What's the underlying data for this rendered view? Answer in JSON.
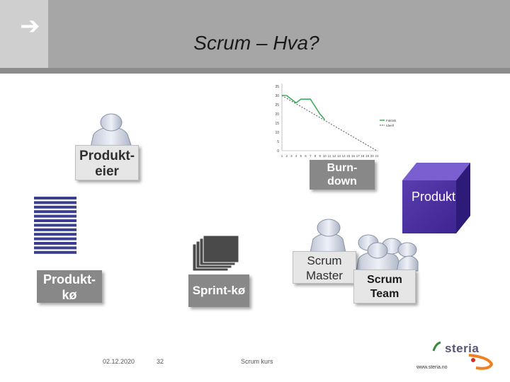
{
  "header": {
    "arrow_glyph": "➔",
    "title": "Scrum – Hva?"
  },
  "labels": {
    "produkteier": "Produkt-\neier",
    "produktko": "Produkt-\nkø",
    "sprintko": "Sprint-kø",
    "burndown": "Burn-\ndown",
    "scrum_master": "Scrum\nMaster",
    "scrum_team": "Scrum\nTeam",
    "produkt": "Produkt"
  },
  "burndown_chart": {
    "y_ticks": [
      "35",
      "30",
      "25",
      "20",
      "15",
      "10",
      "5",
      "0"
    ],
    "x_ticks": [
      "1",
      "2",
      "3",
      "4",
      "5",
      "6",
      "7",
      "8",
      "9",
      "10",
      "11",
      "12",
      "13",
      "14",
      "15",
      "16",
      "17",
      "18",
      "19",
      "20",
      "21"
    ],
    "legend": [
      "Faktisk",
      "Ideell"
    ],
    "actual": [
      30,
      30,
      28,
      26,
      28,
      28,
      28,
      24,
      20,
      17
    ],
    "ideal": [
      30,
      28.5,
      27,
      25.5,
      24,
      22.5,
      21,
      19.5,
      18,
      16.5,
      15,
      13.5,
      12,
      10.5,
      9,
      7.5,
      6,
      4.5,
      3,
      1.5,
      0
    ],
    "colors": {
      "actual": "#3fae5a",
      "ideal": "#555555"
    }
  },
  "footer": {
    "date": "02.12.2020",
    "page": "32",
    "doc": "Scrum kurs",
    "logo": "steria",
    "url": "www.steria.no"
  },
  "colors": {
    "header": "#a6a6a6",
    "card_dark": "#888888",
    "card_light": "#e6e6e6",
    "cube": "#5a3db0",
    "backlog_lines": "#3a3f8f",
    "steria_orange": "#f08020"
  }
}
